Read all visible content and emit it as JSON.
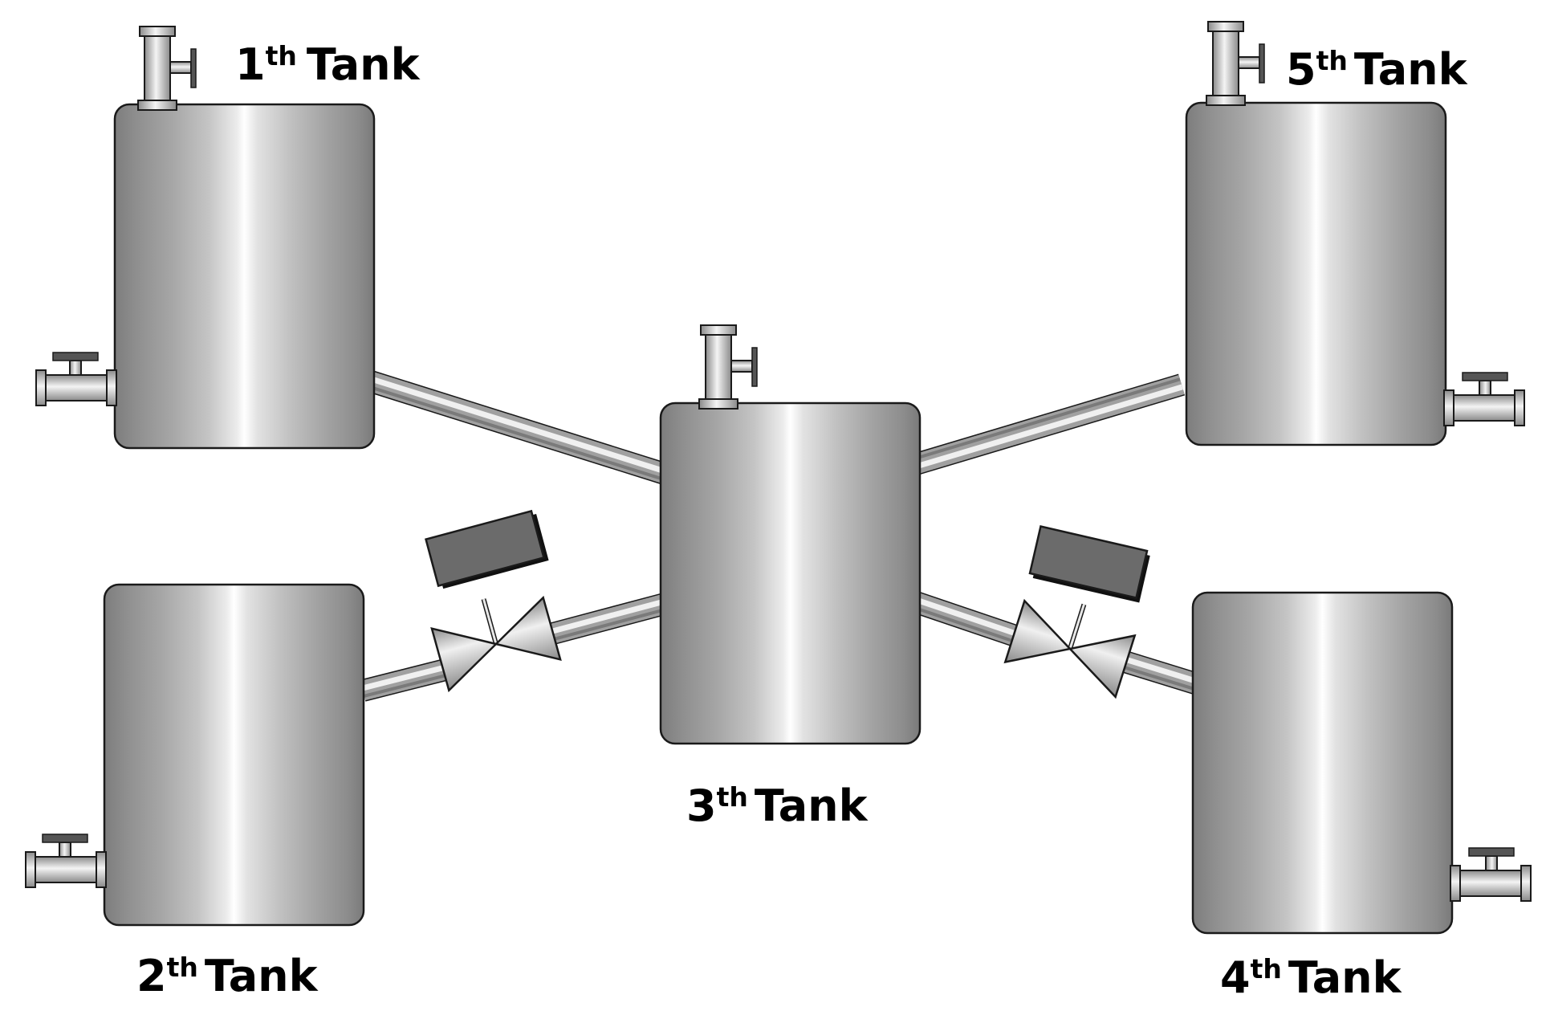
{
  "diagram": {
    "colors": {
      "background": "#ffffff",
      "outline": "#1a1a1a",
      "tank_dark": "#868686",
      "tank_light": "#f2f2f2",
      "actuator": "#6b6b6b"
    },
    "tanks": [
      {
        "id": "tank-1",
        "number": "1",
        "suffix": "th",
        "word": "Tank"
      },
      {
        "id": "tank-2",
        "number": "2",
        "suffix": "th",
        "word": "Tank"
      },
      {
        "id": "tank-3",
        "number": "3",
        "suffix": "th",
        "word": "Tank"
      },
      {
        "id": "tank-4",
        "number": "4",
        "suffix": "th",
        "word": "Tank"
      },
      {
        "id": "tank-5",
        "number": "5",
        "suffix": "th",
        "word": "Tank"
      }
    ],
    "connections": [
      {
        "from": "tank-1",
        "to": "tank-3",
        "valve": false
      },
      {
        "from": "tank-5",
        "to": "tank-3",
        "valve": false
      },
      {
        "from": "tank-2",
        "to": "tank-3",
        "valve": true
      },
      {
        "from": "tank-4",
        "to": "tank-3",
        "valve": true
      }
    ]
  }
}
